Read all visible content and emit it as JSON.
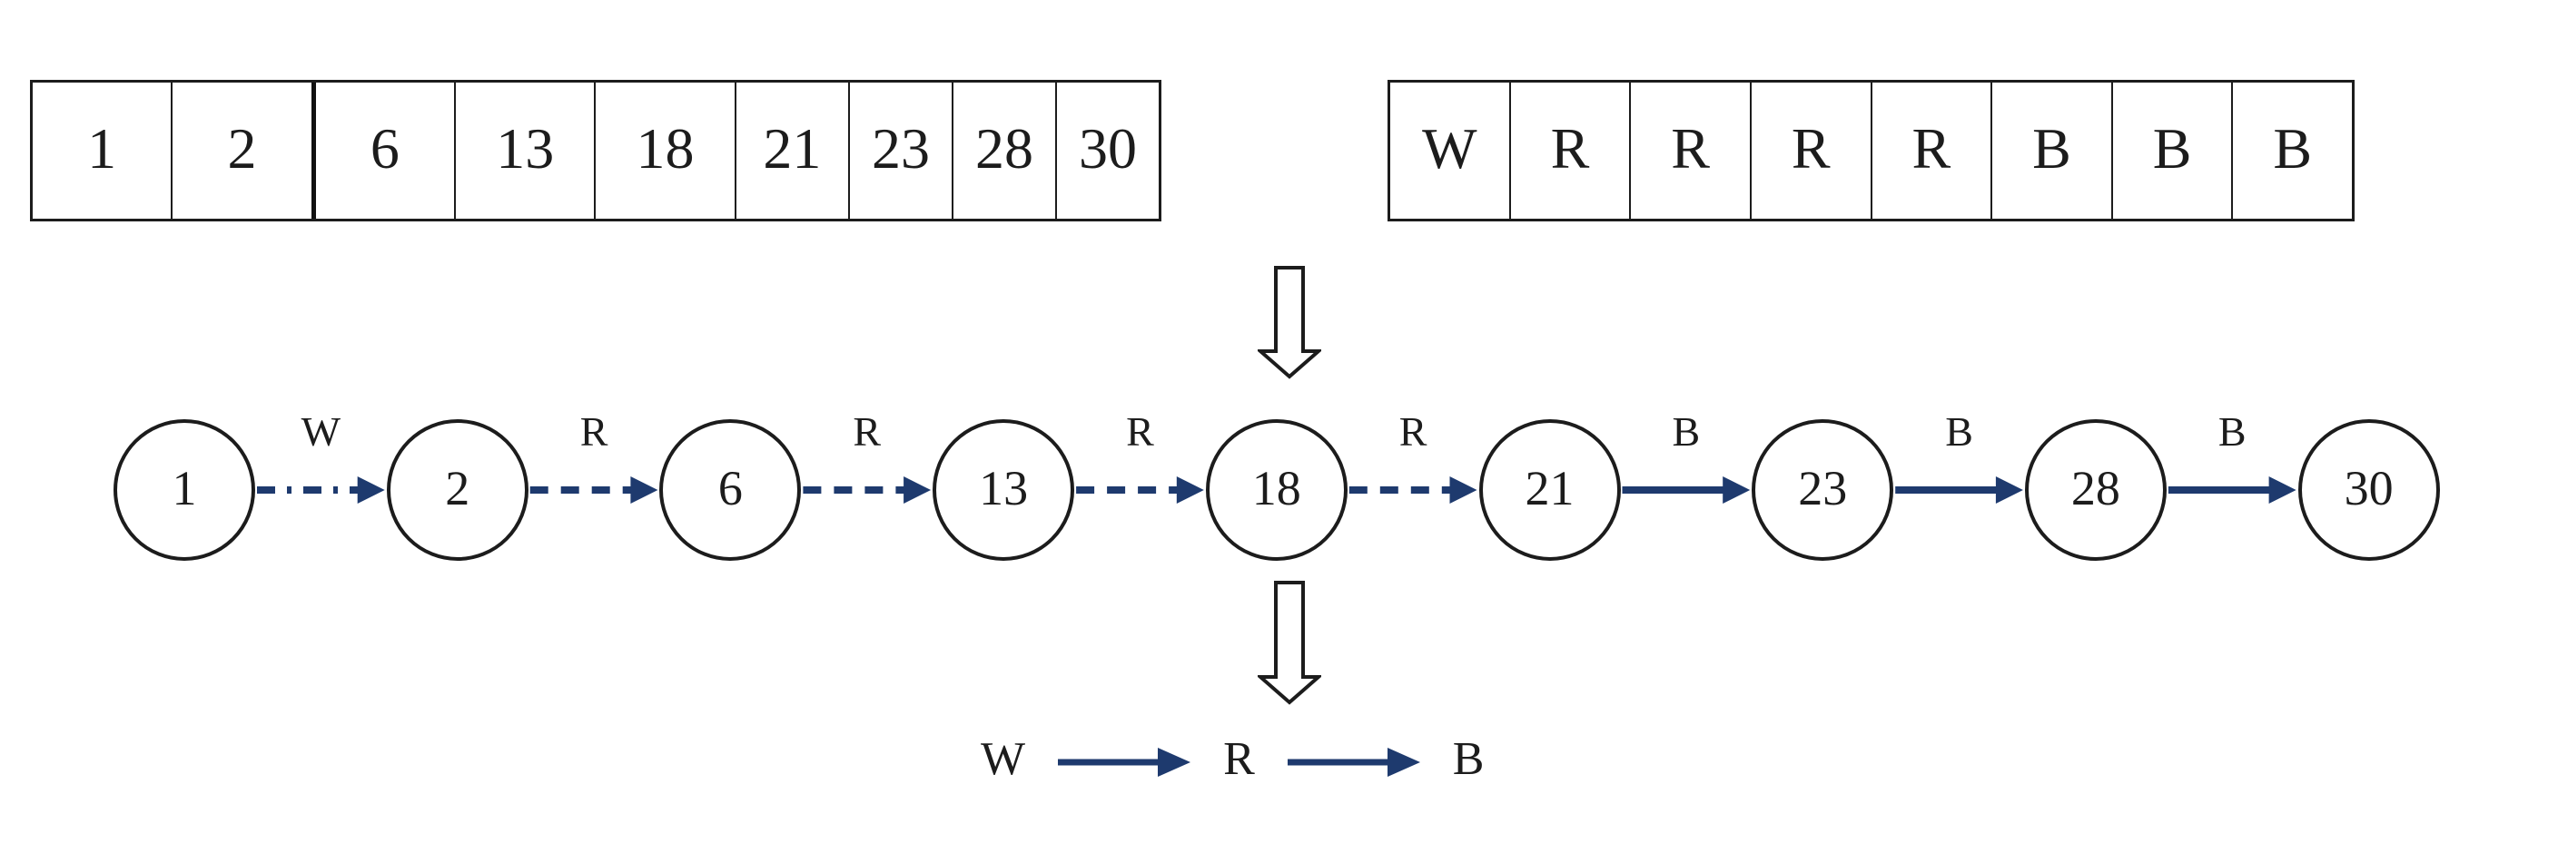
{
  "value_array": {
    "cells": [
      "1",
      "2",
      "6",
      "13",
      "18",
      "21",
      "23",
      "28",
      "30"
    ],
    "thick_divider_after_index": 1
  },
  "tag_array": {
    "cells": [
      "W",
      "R",
      "R",
      "R",
      "R",
      "B",
      "B",
      "B"
    ]
  },
  "linked_list": {
    "nodes": [
      "1",
      "2",
      "6",
      "13",
      "18",
      "21",
      "23",
      "28",
      "30"
    ],
    "edges": [
      {
        "label": "W",
        "style": "dashdot"
      },
      {
        "label": "R",
        "style": "dashed"
      },
      {
        "label": "R",
        "style": "dashed"
      },
      {
        "label": "R",
        "style": "dashed"
      },
      {
        "label": "R",
        "style": "dashed"
      },
      {
        "label": "B",
        "style": "solid"
      },
      {
        "label": "B",
        "style": "solid"
      },
      {
        "label": "B",
        "style": "solid"
      }
    ]
  },
  "legend": {
    "sequence": [
      "W",
      "R",
      "B"
    ]
  },
  "icons": {
    "flow_arrow": "down-block-arrow",
    "edge_arrowhead": "filled-triangle-arrowhead"
  },
  "colors": {
    "edge_navy": "#1e3a6e",
    "ink_black": "#1c1c1c",
    "background": "#ffffff"
  }
}
